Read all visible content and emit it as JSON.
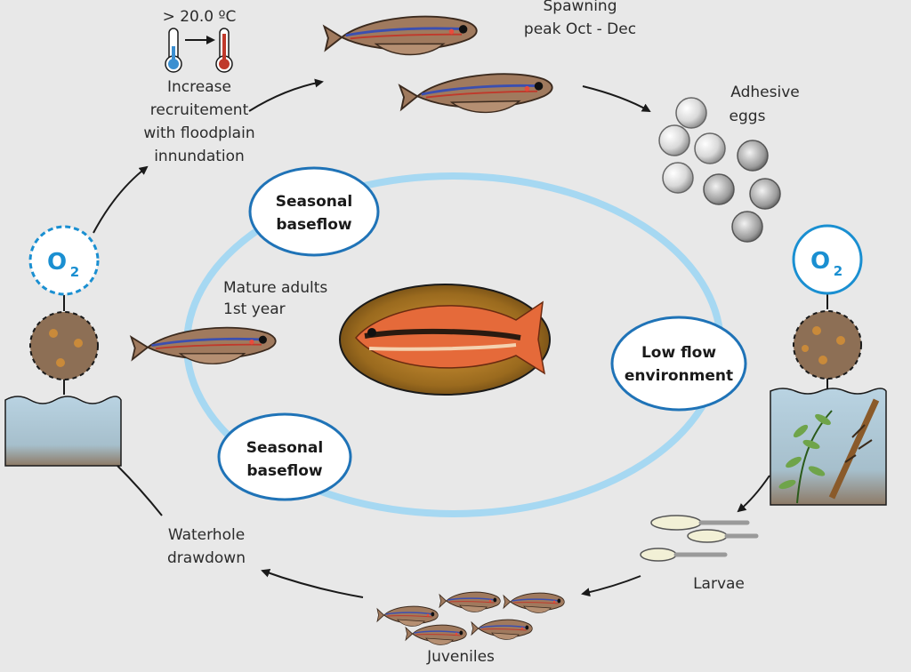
{
  "labels": {
    "temperature": "> 20.0 ºC",
    "increase": [
      "Increase",
      "recruitement",
      "with floodplain",
      "innundation"
    ],
    "spawning": [
      "Spawning",
      "peak Oct - Dec"
    ],
    "adhesive": [
      "Adhesive",
      "eggs"
    ],
    "larvae": "Larvae",
    "juveniles": "Juveniles",
    "waterhole": [
      "Waterhole",
      "drawdown"
    ],
    "mature": [
      "Mature adults",
      "1st year"
    ],
    "baseflow_top": [
      "Seasonal",
      "baseflow"
    ],
    "baseflow_bottom": [
      "Seasonal",
      "baseflow"
    ],
    "lowflow": [
      "Low flow",
      "environment"
    ],
    "o2": "O",
    "o2_sub": "2"
  },
  "colors": {
    "background": "#e8e8e8",
    "ring": "#a6d8f2",
    "bubble_border": "#1f73b7",
    "o2_blue": "#1a8fd1",
    "fish_body": "#a07a5e",
    "fish_stripe": "#3b4fb0",
    "water": "#a8c6d9",
    "sediment": "#8d6f55"
  },
  "icons": [
    "thermometer-cold-icon",
    "thermometer-hot-icon",
    "fish-icon",
    "egg-icon",
    "larva-icon",
    "plant-icon",
    "oxygen-icon"
  ]
}
